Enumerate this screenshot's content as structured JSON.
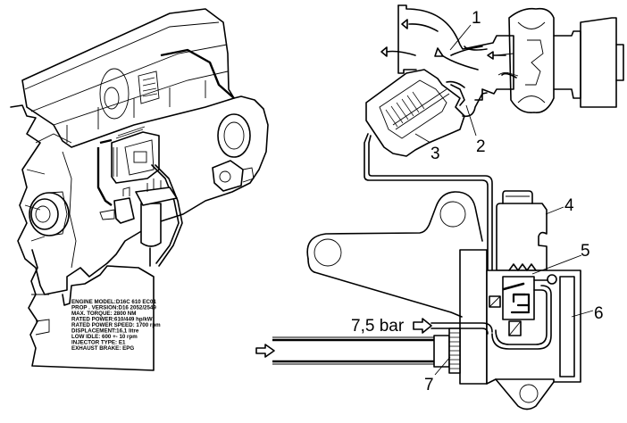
{
  "diagram": {
    "title": "Engine with EPG exhaust pressure governor and pressure control valve",
    "background": "#ffffff",
    "line_color": "#000000",
    "engine_plate": {
      "lines": [
        "ENGINE MODEL:D16C 610 EC01",
        "PROP . VERSION:D16 2052/2549",
        "MAX. TORQUE: 2800 NM",
        "RATED POWER:610/449 hp/kW",
        "RATED POWER SPEED: 1700 rpm",
        "DISPLACEMENT:16,1 litre",
        "LOW IDLE: 600 +- 10 rpm",
        "INJECTOR TYPE: E1",
        "EXHAUST BRAKE: EPG"
      ]
    },
    "callouts": [
      {
        "number": "1",
        "target": "exhaust-pressure-governor-butterfly"
      },
      {
        "number": "2",
        "target": "governor-piston"
      },
      {
        "number": "3",
        "target": "governor-cylinder"
      },
      {
        "number": "4",
        "target": "control-valve-housing"
      },
      {
        "number": "5",
        "target": "solenoid-valve"
      },
      {
        "number": "6",
        "target": "electrical-connector"
      },
      {
        "number": "7",
        "target": "air-supply-fitting"
      }
    ],
    "pressure_label": "7,5 bar",
    "icons": {
      "air_inlet_arrow": "outline-arrow-right",
      "pressure_arrow": "outline-arrow-right",
      "flow_arrows": "curved-flow-arrow"
    }
  }
}
